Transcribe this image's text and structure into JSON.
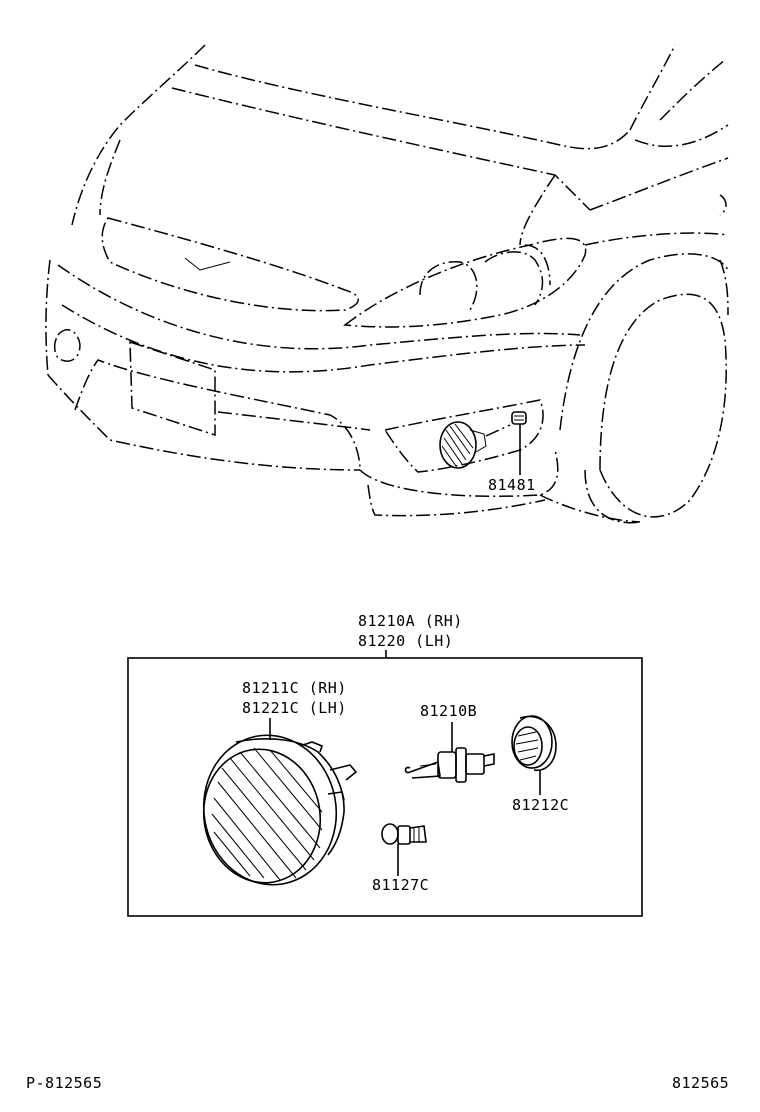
{
  "labels": {
    "bulb_socket_81481": "81481",
    "assy_rh": "81210A (RH)",
    "assy_lh": "81220  (LH)",
    "unit_rh": "81211C (RH)",
    "unit_lh": "81221C (LH)",
    "bulb": "81210B",
    "cover": "81212C",
    "screw": "81127C"
  },
  "footer": {
    "left_code": "P-812565",
    "right_code": "812565"
  }
}
